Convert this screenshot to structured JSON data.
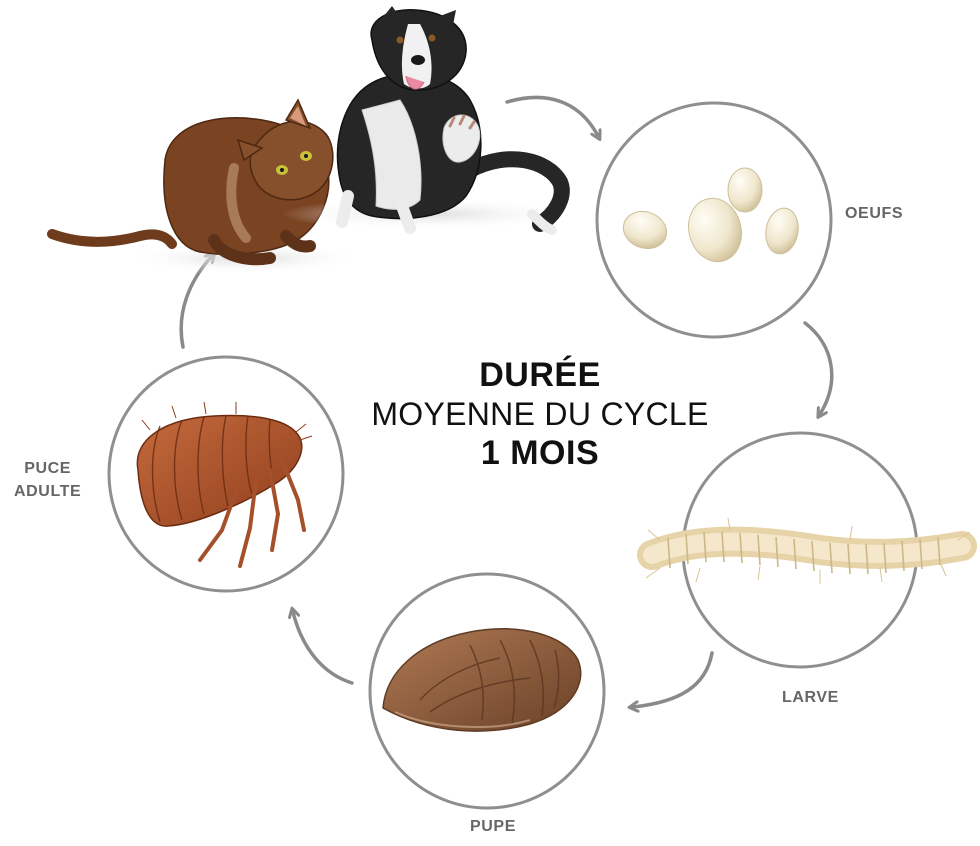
{
  "center": {
    "line1": "DURÉE",
    "line2": "MOYENNE DU CYCLE",
    "line3": "1 MOIS"
  },
  "stages": {
    "eggs": "OEUFS",
    "larva": "LARVE",
    "pupa": "PUPE",
    "adult_line1": "PUCE",
    "adult_line2": "ADULTE"
  },
  "colors": {
    "circle_stroke": "#8f8f8f",
    "arrow": "#8a8a8a",
    "label": "#666666",
    "center_text": "#111111",
    "flea": "#b5542c",
    "pupa": "#8a5a3b",
    "larva": "#ecdcb8",
    "egg": "#f3ead4",
    "cat": "#7a4322",
    "dog_black": "#262626"
  },
  "icons": [
    "cat-illustration",
    "dog-illustration",
    "egg-icon",
    "larva-icon",
    "pupa-icon",
    "flea-icon",
    "cycle-arrow-icon"
  ]
}
